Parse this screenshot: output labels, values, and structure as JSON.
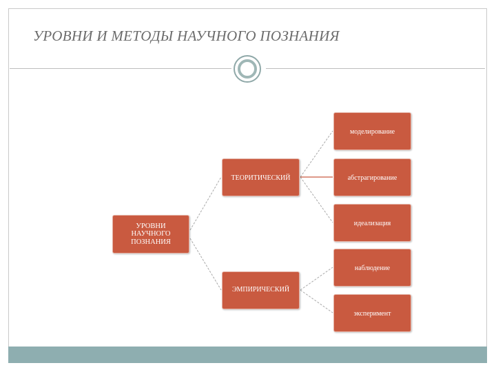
{
  "title": "УРОВНИ И МЕТОДЫ НАУЧНОГО ПОЗНАНИЯ",
  "colors": {
    "node_fill": "#c95a40",
    "footer_bar": "#8eaeb0",
    "title_text": "#6b6b6b"
  },
  "diagram": {
    "root": "УРОВНИ\nНАУЧНОГО\nПОЗНАНИЯ",
    "levels": [
      {
        "label": "ТЕОРИТИЧЕСКИЙ",
        "methods": [
          "моделирование",
          "абстрагирование",
          "идеализация"
        ]
      },
      {
        "label": "ЭМПИРИЧЕСКИЙ",
        "methods": [
          "наблюдение",
          "эксперимент"
        ]
      }
    ]
  }
}
